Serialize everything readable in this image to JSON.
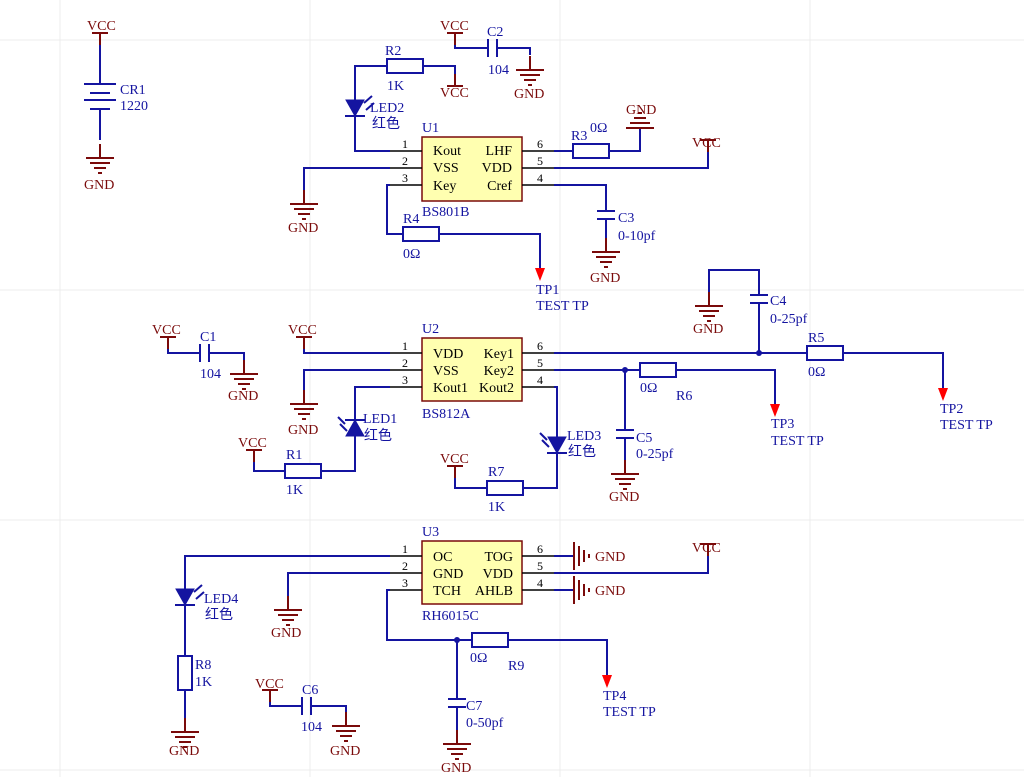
{
  "power": {
    "vcc": "VCC",
    "gnd": "GND"
  },
  "cr1": {
    "ref": "CR1",
    "value": "1220"
  },
  "u1": {
    "ref": "U1",
    "part": "BS801B",
    "pins": {
      "p1": "1",
      "p2": "2",
      "p3": "3",
      "p4": "4",
      "p5": "5",
      "p6": "6"
    },
    "left": [
      "Kout",
      "VSS",
      "Key"
    ],
    "right": [
      "LHF",
      "VDD",
      "Cref"
    ]
  },
  "u2": {
    "ref": "U2",
    "part": "BS812A",
    "pins": {
      "p1": "1",
      "p2": "2",
      "p3": "3",
      "p4": "4",
      "p5": "5",
      "p6": "6"
    },
    "left": [
      "VDD",
      "VSS",
      "Kout1"
    ],
    "right": [
      "Key1",
      "Key2",
      "Kout2"
    ]
  },
  "u3": {
    "ref": "U3",
    "part": "RH6015C",
    "pins": {
      "p1": "1",
      "p2": "2",
      "p3": "3",
      "p4": "4",
      "p5": "5",
      "p6": "6"
    },
    "left": [
      "OC",
      "GND",
      "TCH"
    ],
    "right": [
      "TOG",
      "VDD",
      "AHLB"
    ]
  },
  "r1": {
    "ref": "R1",
    "value": "1K"
  },
  "r2": {
    "ref": "R2",
    "value": "1K"
  },
  "r3": {
    "ref": "R3",
    "value": "0Ω"
  },
  "r4": {
    "ref": "R4",
    "value": "0Ω"
  },
  "r5": {
    "ref": "R5",
    "value": "0Ω"
  },
  "r6": {
    "ref": "R6",
    "value": "0Ω"
  },
  "r7": {
    "ref": "R7",
    "value": "1K"
  },
  "r8": {
    "ref": "R8",
    "value": "1K"
  },
  "r9": {
    "ref": "R9",
    "value": "0Ω"
  },
  "c1": {
    "ref": "C1",
    "value": "104"
  },
  "c2": {
    "ref": "C2",
    "value": "104"
  },
  "c3": {
    "ref": "C3",
    "value": "0-10pf"
  },
  "c4": {
    "ref": "C4",
    "value": "0-25pf"
  },
  "c5": {
    "ref": "C5",
    "value": "0-25pf"
  },
  "c6": {
    "ref": "C6",
    "value": "104"
  },
  "c7": {
    "ref": "C7",
    "value": "0-50pf"
  },
  "led1": {
    "ref": "LED1",
    "color": "红色"
  },
  "led2": {
    "ref": "LED2",
    "color": "红色"
  },
  "led3": {
    "ref": "LED3",
    "color": "红色"
  },
  "led4": {
    "ref": "LED4",
    "color": "红色"
  },
  "tp1": {
    "ref": "TP1",
    "label": "TEST TP"
  },
  "tp2": {
    "ref": "TP2",
    "label": "TEST TP"
  },
  "tp3": {
    "ref": "TP3",
    "label": "TEST TP"
  },
  "tp4": {
    "ref": "TP4",
    "label": "TEST TP"
  },
  "colors": {
    "wire": "#1414a0",
    "power": "#7a0a0a",
    "chip_fill": "#ffffb0",
    "testpoint": "#ff0000"
  }
}
